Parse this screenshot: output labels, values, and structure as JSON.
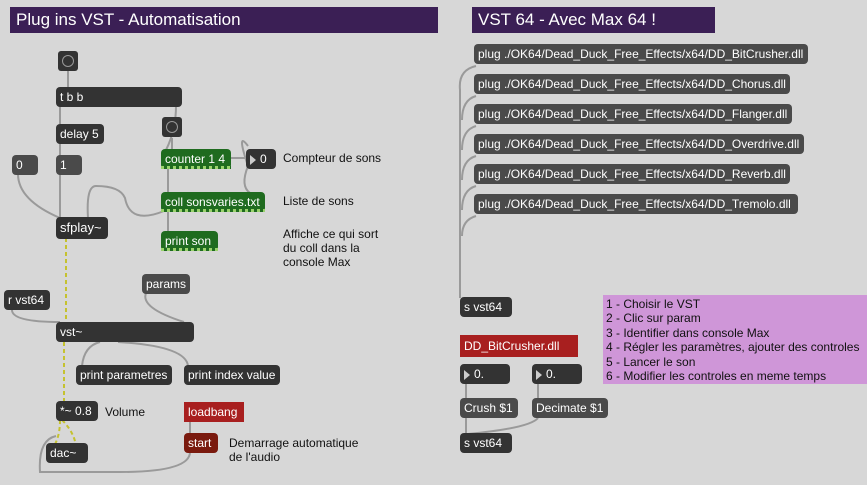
{
  "headers": {
    "left": "Plug ins VST - Automatisation",
    "right": "VST 64 - Avec Max 64 !"
  },
  "left_patch": {
    "tbb": "t b b",
    "delay": "delay 5",
    "msg0": "0",
    "msg1": "1",
    "counter": "counter 1 4",
    "counter_num": "0",
    "coll": "coll sonsvaries.txt",
    "print_son": "print son",
    "sfplay": "sfplay~",
    "params": "params",
    "r_vst64": "r vst64",
    "vst": "vst~",
    "print_parametres": "print parametres",
    "print_index": "print index value",
    "gain": "*~ 0.8",
    "loadbang": "loadbang",
    "start": "start",
    "dac": "dac~"
  },
  "comments": {
    "compteur": "Compteur de sons",
    "liste": "Liste de sons",
    "affiche1": "Affiche ce qui sort",
    "affiche2": "du coll dans la",
    "affiche3": "console Max",
    "volume": "Volume",
    "demarrage1": "Demarrage automatique",
    "demarrage2": "de l'audio"
  },
  "right_patch": {
    "plugs": [
      "plug ./OK64/Dead_Duck_Free_Effects/x64/DD_BitCrusher.dll",
      "plug ./OK64/Dead_Duck_Free_Effects/x64/DD_Chorus.dll",
      "plug ./OK64/Dead_Duck_Free_Effects/x64/DD_Flanger.dll",
      "plug ./OK64/Dead_Duck_Free_Effects/x64/DD_Overdrive.dll",
      "plug ./OK64/Dead_Duck_Free_Effects/x64/DD_Reverb.dll",
      "plug ./OK64/Dead_Duck_Free_Effects/x64/DD_Tremolo.dll"
    ],
    "s_vst64_top": "s vst64",
    "bitcrusher_label": "DD_BitCrusher.dll",
    "num1": "0.",
    "num2": "0.",
    "crush": "Crush $1",
    "decimate": "Decimate $1",
    "s_vst64_bottom": "s vst64",
    "steps": [
      "1 - Choisir le VST",
      "2 - Clic sur param",
      "3 - Identifier dans console Max",
      "4 - Régler les paramètres, ajouter des controles",
      "5 - Lancer le son",
      "6 - Modifier les controles en meme temps"
    ]
  },
  "colors": {
    "header_bg": "#3b1f55",
    "object_bg": "#333333",
    "green_obj": "#1f6b1f",
    "loadbang": "#a81f1f",
    "start": "#7a1a0e",
    "note_bg": "#cf96d8"
  }
}
